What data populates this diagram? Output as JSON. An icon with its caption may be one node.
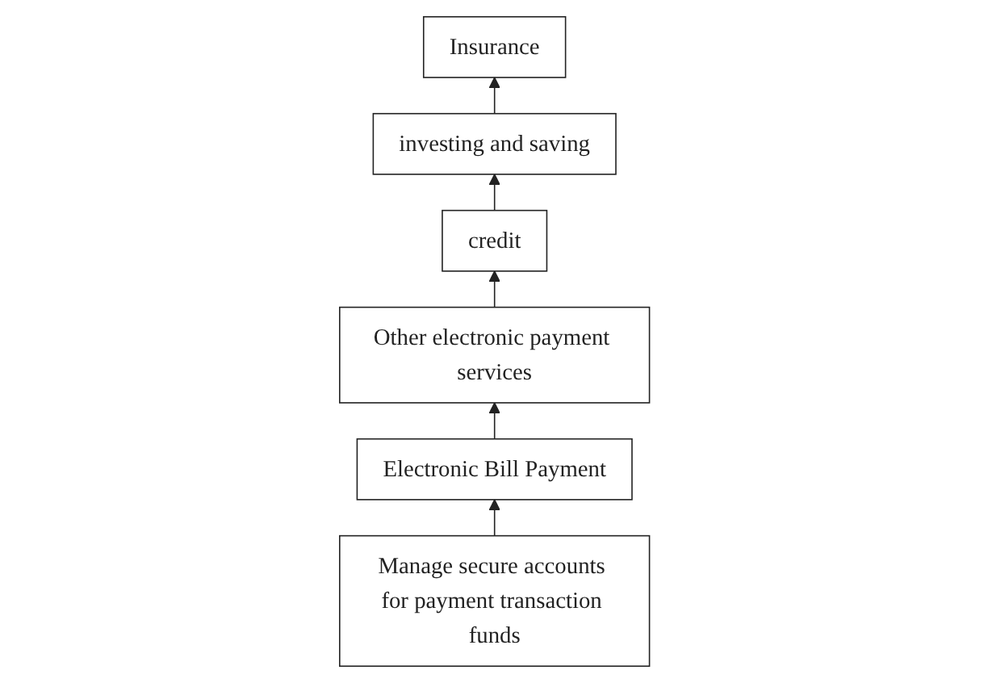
{
  "diagram": {
    "nodes": [
      {
        "text": [
          "Insurance"
        ]
      },
      {
        "text": [
          "investing and saving"
        ]
      },
      {
        "text": [
          "credit"
        ]
      },
      {
        "text": [
          "Other electronic payment services"
        ]
      },
      {
        "text": [
          "Electronic Bill Payment"
        ]
      },
      {
        "text": [
          "Manage secure accounts for payment transaction funds"
        ]
      }
    ],
    "edges": [
      {
        "from": 1,
        "to": 0,
        "arrow": "to"
      },
      {
        "from": 2,
        "to": 1,
        "arrow": "to"
      },
      {
        "from": 3,
        "to": 2,
        "arrow": "to"
      },
      {
        "from": 4,
        "to": 3,
        "arrow": "to"
      },
      {
        "from": 5,
        "to": 4,
        "arrow": "to"
      }
    ]
  }
}
